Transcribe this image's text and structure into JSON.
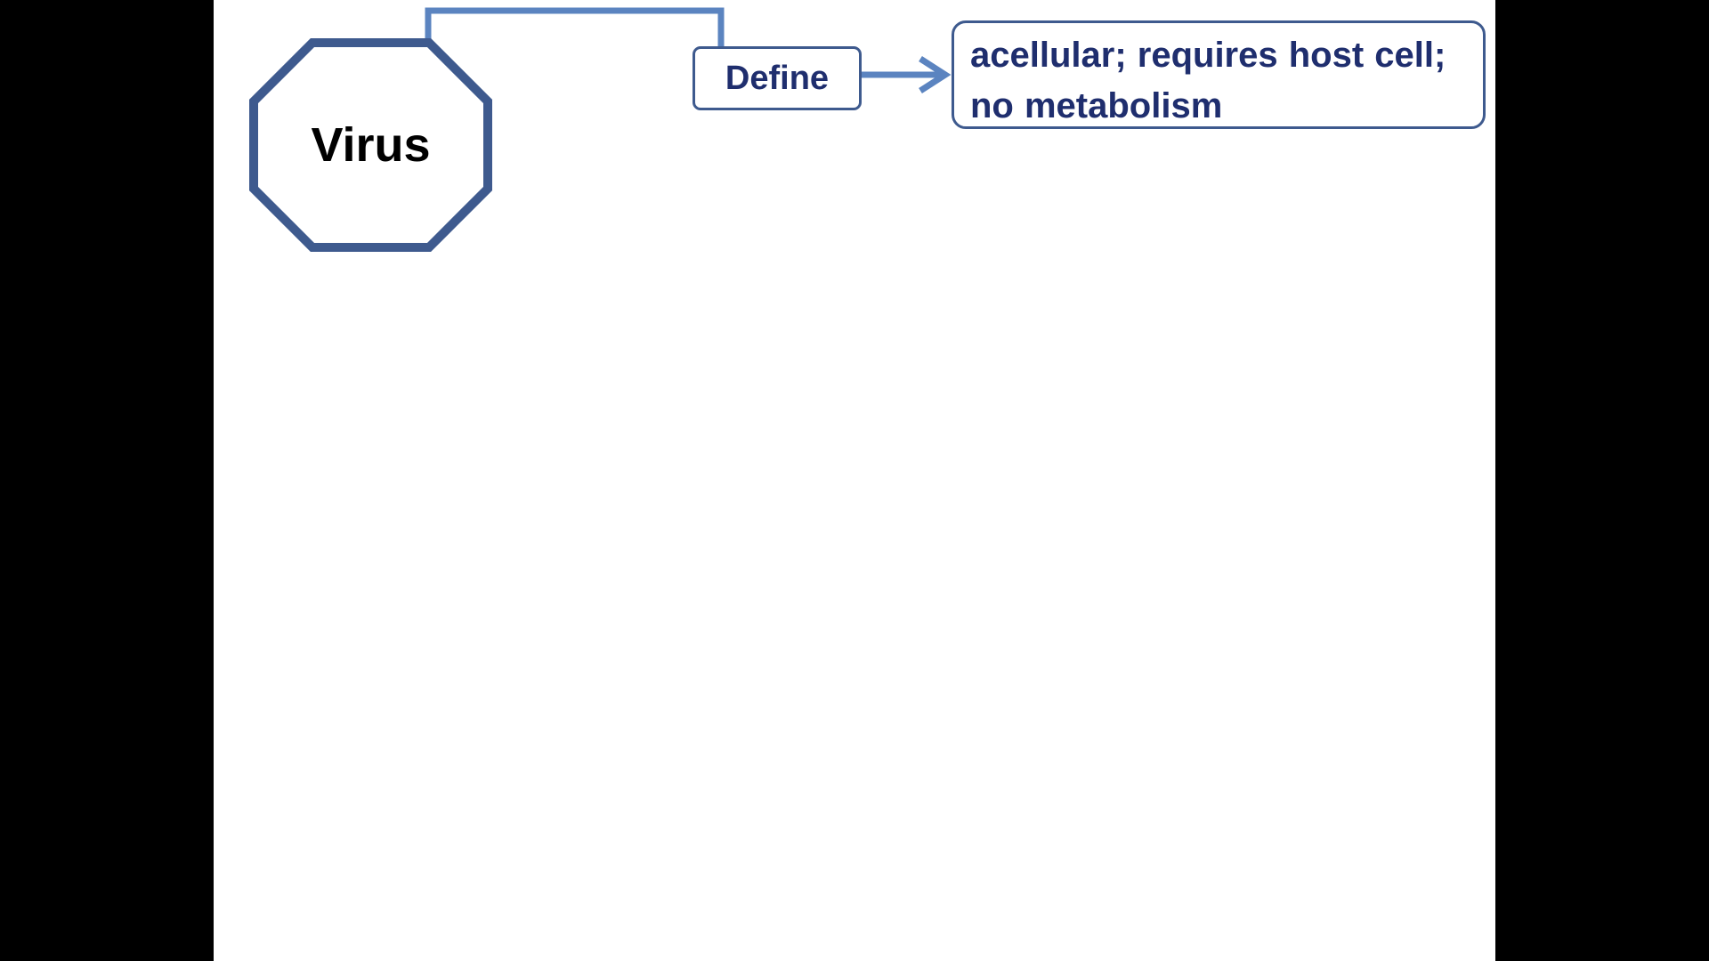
{
  "diagram": {
    "root_node": {
      "label": "Virus",
      "shape": "octagon"
    },
    "branch": {
      "label": "Define",
      "definition": {
        "line1": "acellular; requires host cell;",
        "line2": "no metabolism"
      }
    }
  },
  "colors": {
    "background": "#000000",
    "slide": "#ffffff",
    "octagon_stroke": "#3e5a8e",
    "connector": "#5b84c0",
    "box_border": "#3e5a8e",
    "box_text": "#1f2e6e",
    "root_text": "#000000"
  }
}
